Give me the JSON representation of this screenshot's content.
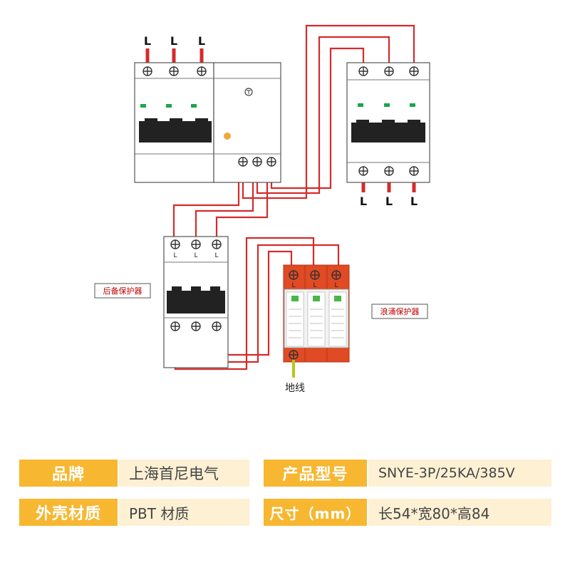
{
  "diagram": {
    "input_labels": [
      "L",
      "L",
      "L"
    ],
    "output_labels": [
      "L",
      "L",
      "L"
    ],
    "backup_terminal_labels": [
      "L",
      "L",
      "L"
    ],
    "spd_terminal_labels": [
      "L",
      "L",
      "L"
    ],
    "backup_protector_label": "后备保护器",
    "surge_protector_label": "浪涌保护器",
    "ground_label": "地线",
    "colors": {
      "wire": "#d42b2b",
      "ground": "#b7c718",
      "spd_body": "#e04a24",
      "accent": "#f7b731"
    }
  },
  "specs": {
    "brand_key": "品牌",
    "brand_value": "上海首尼电气",
    "model_key": "产品型号",
    "model_value": "SNYE-3P/25KA/385V",
    "material_key": "外壳材质",
    "material_value": "PBT 材质",
    "size_key": "尺寸（mm）",
    "size_value": "长54*宽80*高84"
  }
}
